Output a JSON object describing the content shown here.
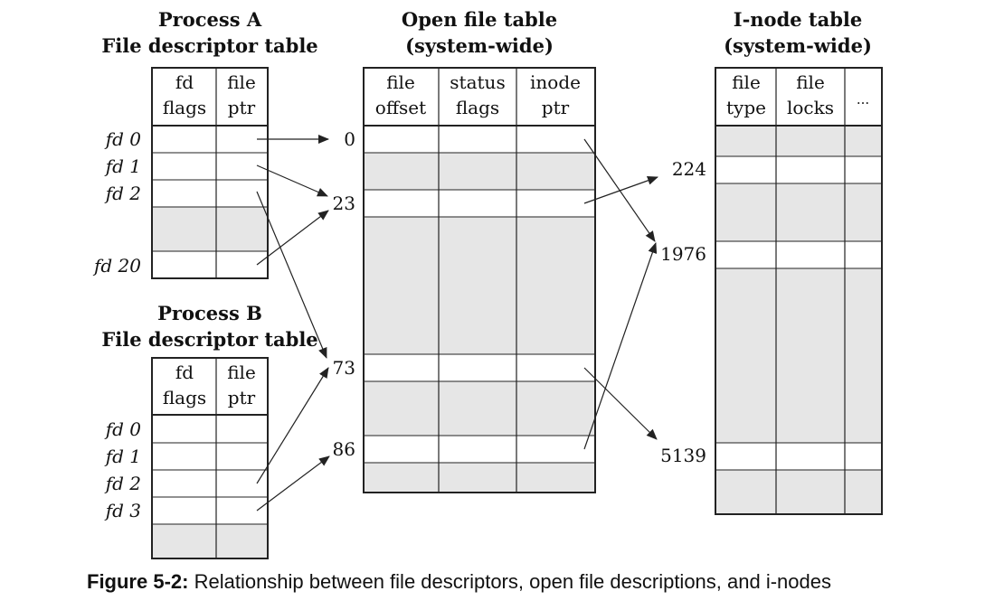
{
  "process_a": {
    "title_line1": "Process A",
    "title_line2": "File descriptor table",
    "col1_line1": "fd",
    "col1_line2": "flags",
    "col2_line1": "file",
    "col2_line2": "ptr",
    "rows": [
      "fd 0",
      "fd 1",
      "fd 2",
      "fd 20"
    ]
  },
  "process_b": {
    "title_line1": "Process B",
    "title_line2": "File descriptor table",
    "col1_line1": "fd",
    "col1_line2": "flags",
    "col2_line1": "file",
    "col2_line2": "ptr",
    "rows": [
      "fd 0",
      "fd 1",
      "fd 2",
      "fd 3"
    ]
  },
  "open_file_table": {
    "title_line1": "Open file table",
    "title_line2": "(system-wide)",
    "col1_line1": "file",
    "col1_line2": "offset",
    "col2_line1": "status",
    "col2_line2": "flags",
    "col3_line1": "inode",
    "col3_line2": "ptr",
    "indices": [
      "0",
      "23",
      "73",
      "86"
    ]
  },
  "inode_table": {
    "title_line1": "I-node table",
    "title_line2": "(system-wide)",
    "col1_line1": "file",
    "col1_line2": "type",
    "col2_line1": "file",
    "col2_line2": "locks",
    "col3": "...",
    "indices": [
      "224",
      "1976",
      "5139"
    ]
  },
  "caption": {
    "label": "Figure 5-2:",
    "text": " Relationship between file descriptors, open file descriptions, and i-nodes"
  },
  "colors": {
    "shade": "#e6e6e6",
    "stroke": "#222222"
  }
}
